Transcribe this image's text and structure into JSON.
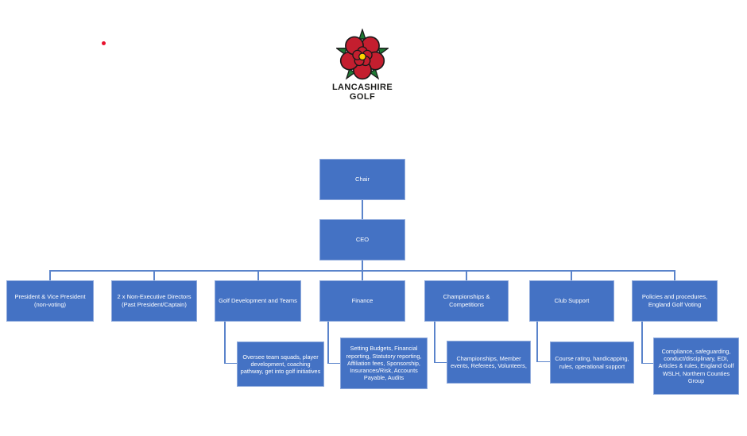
{
  "logo": {
    "line1": "LANCASHIRE",
    "line2": "GOLF"
  },
  "colors": {
    "node_fill": "#4472C4",
    "node_border": "#8FAADC",
    "connector": "#5B84CB",
    "node_text": "#FFFFFF",
    "logo_text": "#1D1D1B",
    "rose_red": "#C41E2F",
    "rose_green": "#1E7A34",
    "rose_yellow": "#FFD400",
    "marker_red": "#E8112D"
  },
  "chart": {
    "chair": {
      "label": "Chair"
    },
    "ceo": {
      "label": "CEO"
    },
    "departments": [
      {
        "label": "President & Vice President (non-voting)",
        "detail": null
      },
      {
        "label": "2 x Non-Executive Directors (Past President/Captain)",
        "detail": null
      },
      {
        "label": "Golf Development and Teams",
        "detail": "Oversee team squads, player development, coaching pathway, get into golf initiatives"
      },
      {
        "label": "Finance",
        "detail": "Setting Budgets, Financial reporting, Statutory reporting, Affiliation fees, Sponsorship, Insurances/Risk, Accounts Payable, Audits"
      },
      {
        "label": "Championships & Competitions",
        "detail": "Championships, Member events, Referees, Volunteers,"
      },
      {
        "label": "Club Support",
        "detail": "Course rating, handicapping, rules, operational support"
      },
      {
        "label": "Policies and procedures, England Golf Voting",
        "detail": "Compliance, safeguarding, conduct/disciplinary, EDI, Articles & rules, England Golf WSLH, Northern Counties Group"
      }
    ]
  }
}
